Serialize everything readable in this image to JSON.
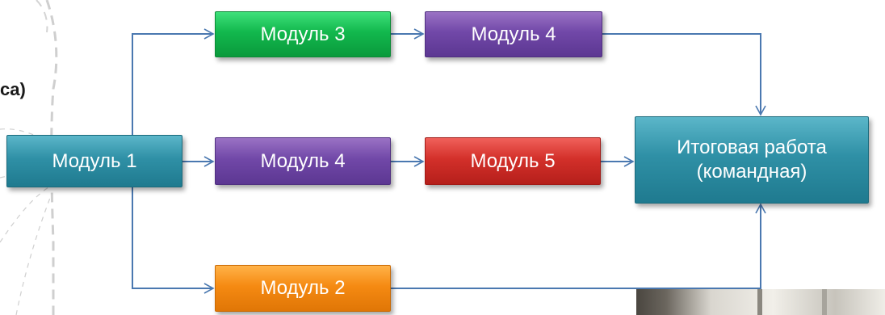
{
  "partial_text": "ca)",
  "diagram": {
    "nodes": [
      {
        "id": "m1",
        "label": "Модуль 1",
        "color": "teal"
      },
      {
        "id": "m3",
        "label": "Модуль 3",
        "color": "green"
      },
      {
        "id": "m4a",
        "label": "Модуль 4",
        "color": "purple"
      },
      {
        "id": "m4b",
        "label": "Модуль 4",
        "color": "purple"
      },
      {
        "id": "m5",
        "label": "Модуль 5",
        "color": "red"
      },
      {
        "id": "m2",
        "label": "Модуль 2",
        "color": "orange"
      },
      {
        "id": "final",
        "label": "Итоговая работа (командная)",
        "color": "teal"
      }
    ],
    "edges": [
      {
        "from": "m1",
        "to": "m3"
      },
      {
        "from": "m3",
        "to": "m4a"
      },
      {
        "from": "m4a",
        "to": "final"
      },
      {
        "from": "m1",
        "to": "m4b"
      },
      {
        "from": "m4b",
        "to": "m5"
      },
      {
        "from": "m5",
        "to": "final"
      },
      {
        "from": "m1",
        "to": "m2"
      },
      {
        "from": "m2",
        "to": "final"
      }
    ],
    "colors": {
      "arrow": "#4a78b0",
      "dashed_line": "#c8c8c8"
    }
  },
  "photo_fragment": {
    "description_icon": "photo-icon"
  }
}
